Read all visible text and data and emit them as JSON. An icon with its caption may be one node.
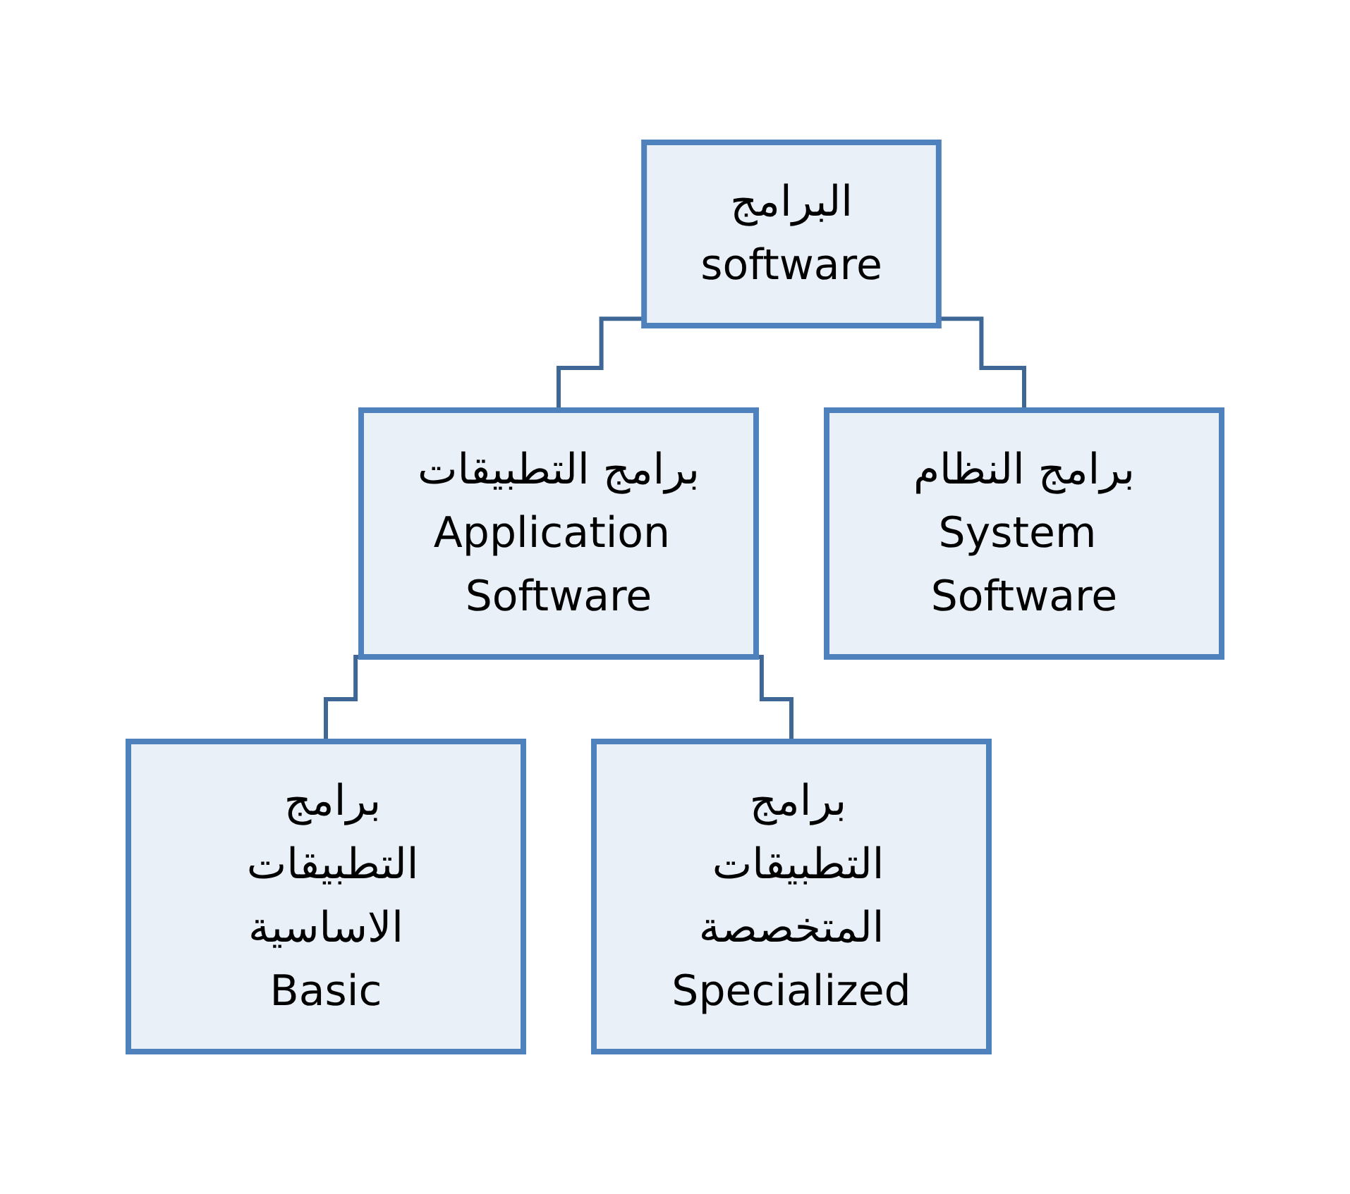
{
  "diagram": {
    "nodes": [
      {
        "text": [
          "البرامج",
          "software"
        ]
      },
      {
        "text": [
          "برامج التطبيقات",
          "Application Software"
        ]
      },
      {
        "text": [
          "برامج النظام",
          "System Software"
        ]
      },
      {
        "text": [
          "برامج التطبيقات الاساسية",
          "Basic"
        ]
      },
      {
        "text": [
          "برامج التطبيقات المتخصصة",
          "Specialized"
        ]
      }
    ],
    "edges": [
      {
        "from": 0,
        "to": 1,
        "arrow": "none"
      },
      {
        "from": 0,
        "to": 2,
        "arrow": "none"
      },
      {
        "from": 1,
        "to": 3,
        "arrow": "none"
      },
      {
        "from": 1,
        "to": 4,
        "arrow": "none"
      }
    ]
  }
}
